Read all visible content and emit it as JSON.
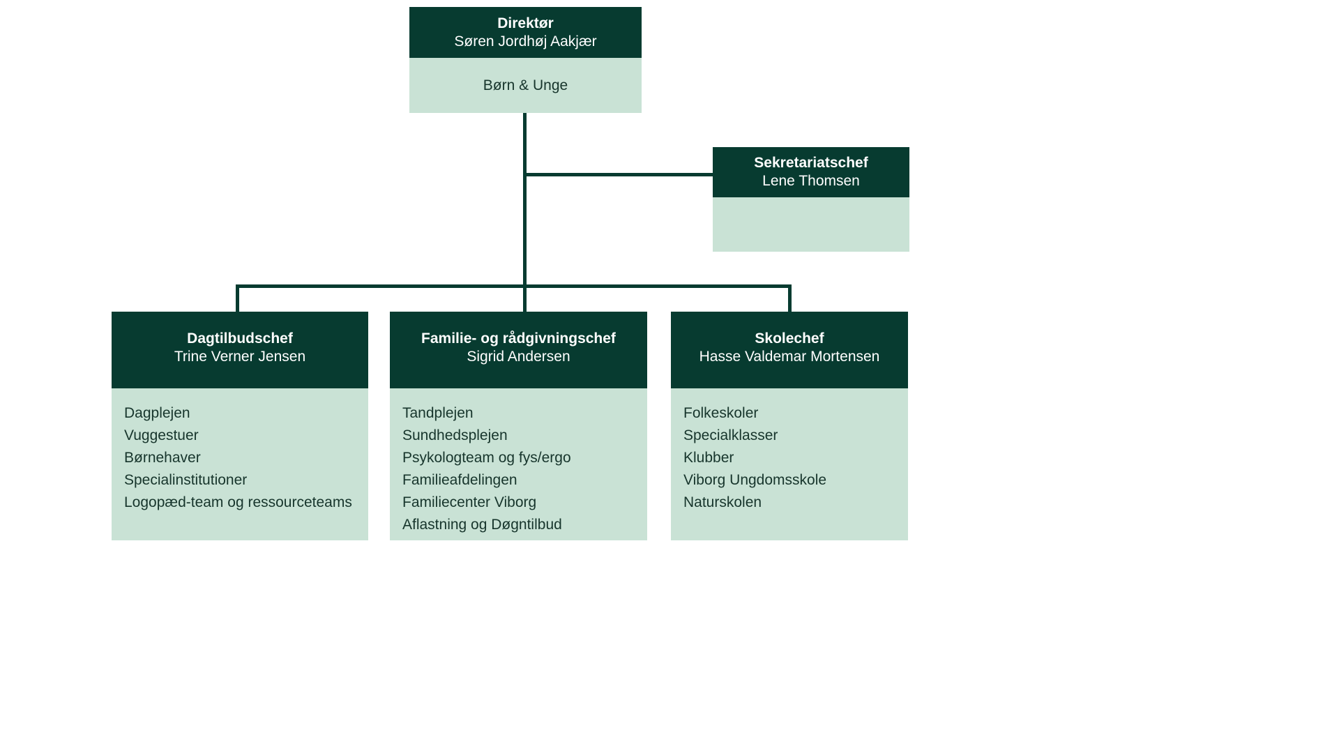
{
  "colors": {
    "header_bg": "#073b30",
    "body_bg": "#c9e2d5",
    "line": "#073b30",
    "header_text": "#ffffff",
    "body_text": "#17352c"
  },
  "root": {
    "title": "Direktør",
    "name": "Søren Jordhøj Aakjær",
    "department": "Børn & Unge"
  },
  "secretariat": {
    "title": "Sekretariatschef",
    "name": "Lene Thomsen"
  },
  "departments": [
    {
      "title": "Dagtilbudschef",
      "name": "Trine Verner Jensen",
      "items": [
        "Dagplejen",
        "Vuggestuer",
        "Børnehaver",
        "Specialinstitutioner",
        "Logopæd-team og ressourceteams"
      ]
    },
    {
      "title": "Familie- og rådgivningschef",
      "name": "Sigrid Andersen",
      "items": [
        "Tandplejen",
        "Sundhedsplejen",
        "Psykologteam og fys/ergo",
        "Familieafdelingen",
        "Familiecenter Viborg",
        "Aflastning og Døgntilbud"
      ]
    },
    {
      "title": "Skolechef",
      "name": "Hasse Valdemar Mortensen",
      "items": [
        "Folkeskoler",
        "Specialklasser",
        "Klubber",
        "Viborg Ungdomsskole",
        "Naturskolen"
      ]
    }
  ]
}
